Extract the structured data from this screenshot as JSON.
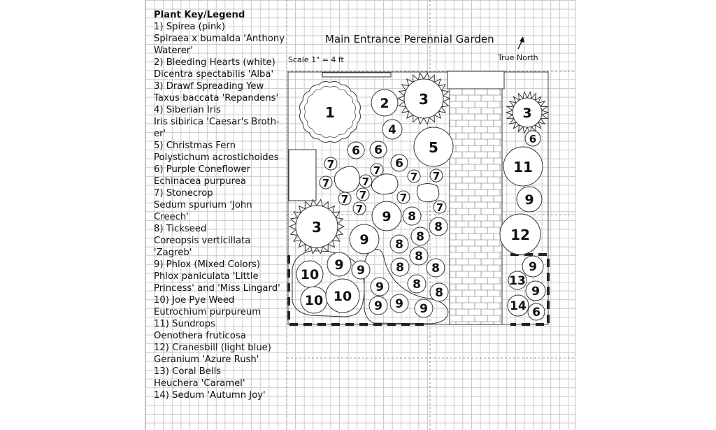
{
  "legend": {
    "title": "Plant Key/Legend",
    "lines": [
      "1) Spirea (pink)",
      "Spiraea x bumalda 'Anthony",
      "Waterer'",
      "2) Bleeding Hearts (white)",
      "Dicentra spectabilis 'Alba'",
      "3) Drawf Spreading Yew",
      "Taxus baccata 'Repandens'",
      "4) Siberian Iris",
      "Iris sibirica 'Caesar's Broth-",
      "er'",
      "5) Christmas Fern",
      "Polystichum acrostichoides",
      "6) Purple Coneflower",
      "Echinacea purpurea",
      "7) Stonecrop",
      "Sedum spurium 'John",
      "Creech'",
      "8) Tickseed",
      " Coreopsis verticillata",
      "'Zagreb'",
      "9) Phlox (Mixed Colors)",
      "Phlox paniculata 'Little",
      "Princess' and  'Miss Lingard'",
      "10) Joe Pye Weed",
      "Eutrochium purpureum",
      "11) Sundrops",
      "Oenothera fruticosa",
      "12) Cranesbill (light blue)",
      "Geranium 'Azure Rush'",
      "13) Coral Bells",
      "Heuchera 'Caramel'",
      "14) Sedum 'Autumn Joy'"
    ]
  },
  "plan": {
    "title": "Main Entrance Perennial Garden",
    "scale": "Scale 1\" = 4 ft",
    "north_label": "True North",
    "north_icon": "arrow-up-right-icon"
  },
  "plants": [
    {
      "label": "1",
      "kind": "scalloped"
    },
    {
      "label": "2",
      "kind": "circle"
    },
    {
      "label": "3",
      "kind": "spiky"
    },
    {
      "label": "3",
      "kind": "spiky"
    },
    {
      "label": "3",
      "kind": "spiky"
    },
    {
      "label": "4",
      "kind": "circle"
    },
    {
      "label": "5",
      "kind": "circle"
    },
    {
      "label": "6",
      "kind": "circle"
    },
    {
      "label": "6",
      "kind": "circle"
    },
    {
      "label": "6",
      "kind": "circle"
    },
    {
      "label": "6",
      "kind": "circle"
    },
    {
      "label": "6",
      "kind": "circle"
    },
    {
      "label": "7",
      "kind": "circle"
    },
    {
      "label": "7",
      "kind": "circle"
    },
    {
      "label": "7",
      "kind": "circle"
    },
    {
      "label": "7",
      "kind": "circle"
    },
    {
      "label": "7",
      "kind": "circle"
    },
    {
      "label": "7",
      "kind": "circle"
    },
    {
      "label": "7",
      "kind": "circle"
    },
    {
      "label": "7",
      "kind": "circle"
    },
    {
      "label": "7",
      "kind": "circle"
    },
    {
      "label": "7",
      "kind": "circle"
    },
    {
      "label": "7",
      "kind": "circle"
    },
    {
      "label": "8",
      "kind": "circle"
    },
    {
      "label": "8",
      "kind": "circle"
    },
    {
      "label": "8",
      "kind": "circle"
    },
    {
      "label": "8",
      "kind": "circle"
    },
    {
      "label": "8",
      "kind": "circle"
    },
    {
      "label": "8",
      "kind": "circle"
    },
    {
      "label": "8",
      "kind": "circle"
    },
    {
      "label": "8",
      "kind": "circle"
    },
    {
      "label": "8",
      "kind": "circle"
    },
    {
      "label": "9",
      "kind": "circle"
    },
    {
      "label": "9",
      "kind": "circle"
    },
    {
      "label": "9",
      "kind": "circle"
    },
    {
      "label": "9",
      "kind": "circle"
    },
    {
      "label": "9",
      "kind": "circle"
    },
    {
      "label": "9",
      "kind": "circle"
    },
    {
      "label": "9",
      "kind": "circle"
    },
    {
      "label": "9",
      "kind": "circle"
    },
    {
      "label": "9",
      "kind": "circle"
    },
    {
      "label": "9",
      "kind": "circle"
    },
    {
      "label": "9",
      "kind": "circle"
    },
    {
      "label": "10",
      "kind": "circle"
    },
    {
      "label": "10",
      "kind": "circle"
    },
    {
      "label": "10",
      "kind": "circle"
    },
    {
      "label": "11",
      "kind": "circle"
    },
    {
      "label": "12",
      "kind": "circle"
    },
    {
      "label": "13",
      "kind": "circle"
    },
    {
      "label": "14",
      "kind": "circle"
    }
  ]
}
